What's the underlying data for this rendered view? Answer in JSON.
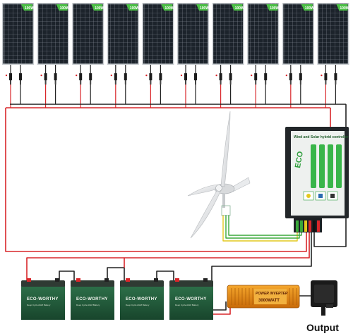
{
  "scene": {
    "output_label": "Output",
    "panel_count": 10,
    "panel_badge": "100W",
    "controller": {
      "title": "Wind and Solar hybrid controller",
      "brand": "ECO"
    },
    "batteries": {
      "count": 4,
      "brand": "ECO-WORTHY",
      "subtitle": "Deep Cycle AGM Battery"
    },
    "inverter": {
      "brand": "POWER INVERTER",
      "rating": "3000WATT"
    },
    "colors": {
      "wire_red": "#d9262a",
      "wire_black": "#222222",
      "wire_green": "#3aa83a",
      "wire_yellow": "#e4c81e",
      "panel_dark": "#1c232b",
      "badge_green": "#4bbf45",
      "battery_green": "#1f5a3a",
      "inverter_orange": "#e48a16"
    }
  }
}
